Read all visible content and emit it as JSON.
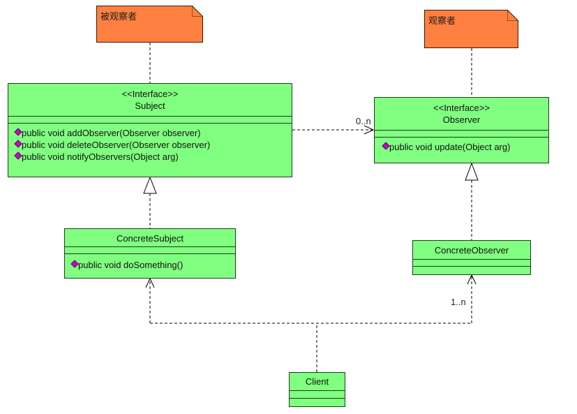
{
  "diagram": {
    "type": "UML class diagram - Observer pattern",
    "notes": [
      {
        "id": "subject-note",
        "text": "被观察者"
      },
      {
        "id": "observer-note",
        "text": "观察者"
      }
    ],
    "classes": {
      "subject": {
        "stereotype": "<<Interface>>",
        "name": "Subject",
        "operations": [
          "public void addObserver(Observer observer)",
          "public void deleteObserver(Observer observer)",
          "public void notifyObservers(Object arg)"
        ]
      },
      "observer": {
        "stereotype": "<<Interface>>",
        "name": "Observer",
        "operations": [
          "public void update(Object arg)"
        ]
      },
      "concrete_subject": {
        "name": "ConcreteSubject",
        "operations": [
          "public void doSomething()"
        ]
      },
      "concrete_observer": {
        "name": "ConcreteObserver",
        "operations": []
      },
      "client": {
        "name": "Client",
        "operations": []
      }
    },
    "relationships": [
      {
        "from": "Subject",
        "to": "Observer",
        "kind": "dependency",
        "multiplicity": "0..n"
      },
      {
        "from": "ConcreteSubject",
        "to": "Subject",
        "kind": "realization"
      },
      {
        "from": "ConcreteObserver",
        "to": "Observer",
        "kind": "realization"
      },
      {
        "from": "Client",
        "to": "ConcreteSubject",
        "kind": "dependency"
      },
      {
        "from": "Client",
        "to": "ConcreteObserver",
        "kind": "dependency",
        "multiplicity": "1..n"
      }
    ],
    "colors": {
      "class_fill": "#80ff80",
      "note_fill": "#ff8040",
      "operation_icon": "#d000d0"
    }
  }
}
